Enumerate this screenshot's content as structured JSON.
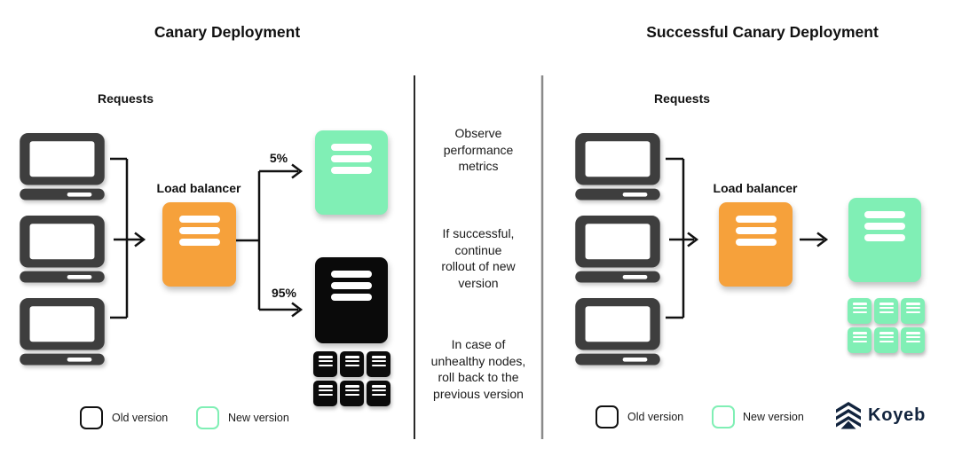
{
  "diagram": {
    "left": {
      "title": "Canary Deployment",
      "requests_label": "Requests",
      "load_balancer_label": "Load balancer",
      "canary_traffic_percent": "5%",
      "stable_traffic_percent": "95%",
      "legend": {
        "old_label": "Old version",
        "new_label": "New version"
      }
    },
    "middle": {
      "steps": [
        {
          "lines": [
            "Observe",
            "performance",
            "metrics"
          ]
        },
        {
          "lines": [
            "If successful,",
            "continue",
            "rollout of new",
            "version"
          ]
        },
        {
          "lines": [
            "In case of",
            "unhealthy nodes,",
            "roll back to the",
            "previous version"
          ]
        }
      ]
    },
    "right": {
      "title": "Successful Canary Deployment",
      "requests_label": "Requests",
      "load_balancer_label": "Load balancer",
      "legend": {
        "old_label": "Old version",
        "new_label": "New version"
      },
      "brand": "Koyeb"
    },
    "colors": {
      "load_balancer_orange": "#F6A13B",
      "new_version_mint": "#80EFB5",
      "client_dark_gray": "#3E3E3E",
      "old_version_black": "#0A0A0A",
      "brand_navy": "#12243E"
    }
  }
}
